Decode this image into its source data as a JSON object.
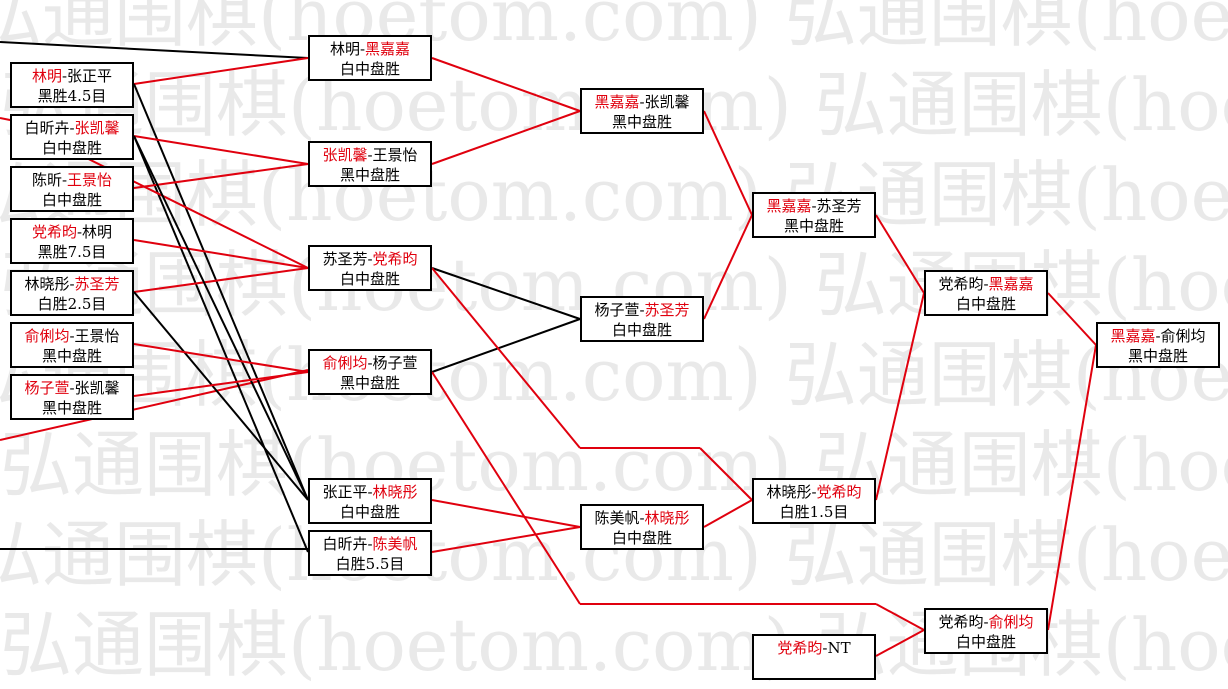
{
  "watermark": {
    "lines": [
      "弘通围棋(hoetom.com) 弘通围棋(hoetom.com)",
      "弘通围棋(hoetom.com) 弘通围棋(hoetom.com)",
      "弘通围棋(hoetom.com) 弘通围棋(hoetom.com)",
      "弘通围棋(hoetom.com) 弘通围棋(hoetom.com)",
      "弘通围棋(hoetom.com) 弘通围棋(hoetom.com)",
      "弘通围棋(hoetom.com) 弘通围棋(hoetom.com)",
      "弘通围棋(hoetom.com) 弘通围棋(hoetom.com)",
      "弘通围棋(hoetom.com) 弘通围棋(hoetom.com)"
    ]
  },
  "colors": {
    "winner": "#e0000e",
    "line_win": "#e0000e",
    "line_loss": "#000000"
  },
  "matches": [
    {
      "id": "r1-1",
      "players": [
        {
          "name": "林明",
          "winner": true
        },
        {
          "name": "张正平",
          "winner": false
        }
      ],
      "result": "黑胜4.5目"
    },
    {
      "id": "r1-2",
      "players": [
        {
          "name": "白昕卉",
          "winner": false
        },
        {
          "name": "张凯馨",
          "winner": true
        }
      ],
      "result": "白中盘胜"
    },
    {
      "id": "r1-3",
      "players": [
        {
          "name": "陈昕",
          "winner": false
        },
        {
          "name": "王景怡",
          "winner": true
        }
      ],
      "result": "白中盘胜"
    },
    {
      "id": "r1-4",
      "players": [
        {
          "name": "党希昀",
          "winner": true
        },
        {
          "name": "林明",
          "winner": false
        }
      ],
      "result": "黑胜7.5目"
    },
    {
      "id": "r1-5",
      "players": [
        {
          "name": "林晓彤",
          "winner": false
        },
        {
          "name": "苏圣芳",
          "winner": true
        }
      ],
      "result": "白胜2.5目"
    },
    {
      "id": "r1-6",
      "players": [
        {
          "name": "俞俐均",
          "winner": true
        },
        {
          "name": "王景怡",
          "winner": false
        }
      ],
      "result": "黑中盘胜"
    },
    {
      "id": "r1-7",
      "players": [
        {
          "name": "杨子萱",
          "winner": true
        },
        {
          "name": "张凯馨",
          "winner": false
        }
      ],
      "result": "黑中盘胜"
    },
    {
      "id": "r2-1",
      "players": [
        {
          "name": "林明",
          "winner": false
        },
        {
          "name": "黑嘉嘉",
          "winner": true
        }
      ],
      "result": "白中盘胜"
    },
    {
      "id": "r2-2",
      "players": [
        {
          "name": "张凯馨",
          "winner": true
        },
        {
          "name": "王景怡",
          "winner": false
        }
      ],
      "result": "黑中盘胜"
    },
    {
      "id": "r2-3",
      "players": [
        {
          "name": "苏圣芳",
          "winner": false
        },
        {
          "name": "党希昀",
          "winner": true
        }
      ],
      "result": "白中盘胜"
    },
    {
      "id": "r2-4",
      "players": [
        {
          "name": "俞俐均",
          "winner": true
        },
        {
          "name": "杨子萱",
          "winner": false
        }
      ],
      "result": "黑中盘胜"
    },
    {
      "id": "r2-5",
      "players": [
        {
          "name": "张正平",
          "winner": false
        },
        {
          "name": "林晓彤",
          "winner": true
        }
      ],
      "result": "白中盘胜"
    },
    {
      "id": "r2-6",
      "players": [
        {
          "name": "白昕卉",
          "winner": false
        },
        {
          "name": "陈美帆",
          "winner": true
        }
      ],
      "result": "白胜5.5目"
    },
    {
      "id": "r3-1",
      "players": [
        {
          "name": "黑嘉嘉",
          "winner": true
        },
        {
          "name": "张凯馨",
          "winner": false
        }
      ],
      "result": "黑中盘胜"
    },
    {
      "id": "r3-2",
      "players": [
        {
          "name": "杨子萱",
          "winner": false
        },
        {
          "name": "苏圣芳",
          "winner": true
        }
      ],
      "result": "白中盘胜"
    },
    {
      "id": "r3-3",
      "players": [
        {
          "name": "陈美帆",
          "winner": false
        },
        {
          "name": "林晓彤",
          "winner": true
        }
      ],
      "result": "白中盘胜"
    },
    {
      "id": "r4-1",
      "players": [
        {
          "name": "黑嘉嘉",
          "winner": true
        },
        {
          "name": "苏圣芳",
          "winner": false
        }
      ],
      "result": "黑中盘胜"
    },
    {
      "id": "r4-2",
      "players": [
        {
          "name": "林晓彤",
          "winner": false
        },
        {
          "name": "党希昀",
          "winner": true
        }
      ],
      "result": "白胜1.5目"
    },
    {
      "id": "r4-3",
      "players": [
        {
          "name": "党希昀",
          "winner": true
        },
        {
          "name": "NT",
          "winner": false
        }
      ],
      "result": ""
    },
    {
      "id": "r5-1",
      "players": [
        {
          "name": "党希昀",
          "winner": false
        },
        {
          "name": "黑嘉嘉",
          "winner": true
        }
      ],
      "result": "白中盘胜"
    },
    {
      "id": "r5-2",
      "players": [
        {
          "name": "党希昀",
          "winner": false
        },
        {
          "name": "俞俐均",
          "winner": true
        }
      ],
      "result": "白中盘胜"
    },
    {
      "id": "r6-1",
      "players": [
        {
          "name": "黑嘉嘉",
          "winner": true
        },
        {
          "name": "俞俐均",
          "winner": false
        }
      ],
      "result": "黑中盘胜"
    }
  ]
}
